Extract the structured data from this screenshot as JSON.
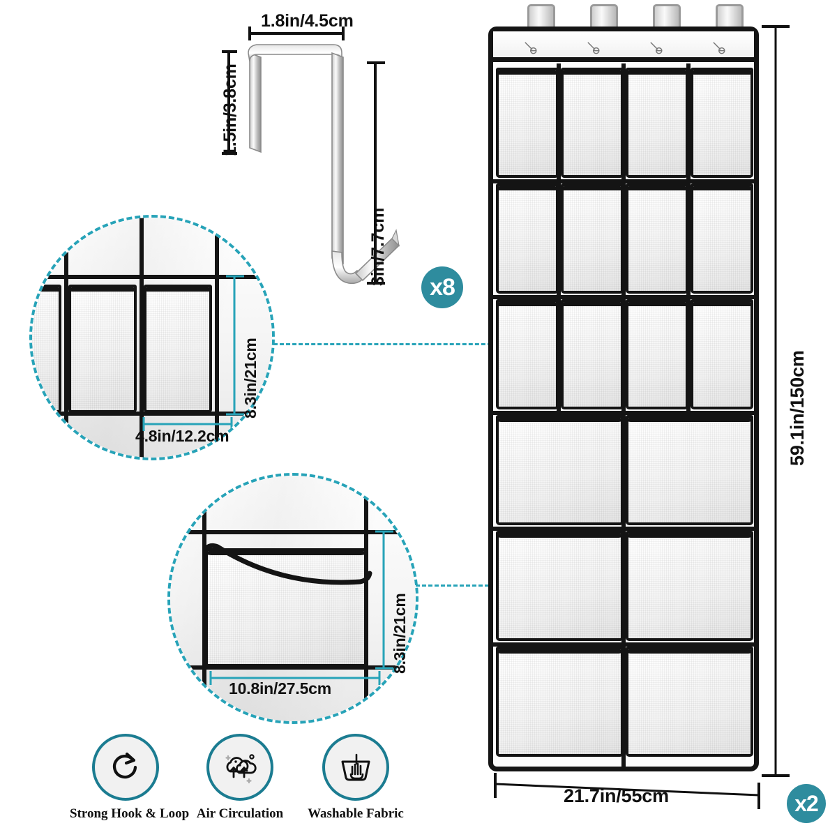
{
  "product": {
    "name": "over-the-door shoe organizer",
    "overall_height": "59.1in/150cm",
    "overall_width": "21.7in/55cm",
    "quantity_badge": "x2",
    "rows_small": 3,
    "cols_small": 4,
    "rows_large": 3,
    "cols_large": 2,
    "hook_count": 4
  },
  "hook": {
    "width_label": "1.8in/4.5cm",
    "short_leg_label": "1.5in/3.8cm",
    "long_leg_label": "3in/7.7cm",
    "quantity_badge": "x8"
  },
  "details": [
    {
      "id": "small-pocket-detail",
      "height_label": "8.3in/21cm",
      "width_label": "4.8in/12.2cm"
    },
    {
      "id": "large-pocket-detail",
      "height_label": "8.3in/21cm",
      "width_label": "10.8in/27.5cm"
    }
  ],
  "features": [
    {
      "icon": "refresh-arrow-icon",
      "label": "Strong Hook & Loop"
    },
    {
      "icon": "air-circulation-icon",
      "label": "Air Circulation"
    },
    {
      "icon": "hand-wash-basin-icon",
      "label": "Washable Fabric"
    }
  ],
  "colors": {
    "teal": "#2E8C9E",
    "teal_ring": "#1B7C91",
    "dash_teal": "#27A3B8",
    "outline_black": "#141414",
    "fabric_white": "#F4F4F4"
  }
}
